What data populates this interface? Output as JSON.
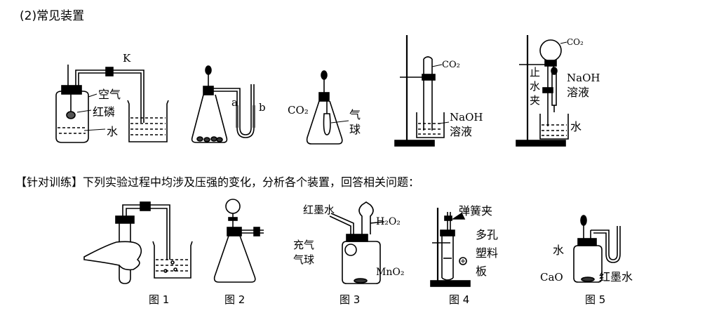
{
  "section_title": "(2)常见装置",
  "practice_title": "【针对训练】下列实验过程中均涉及压强的变化，分析各个装置，回答相关问题：",
  "top": {
    "d1": {
      "k": "K",
      "air": "空气",
      "phosphorus": "红磷",
      "water": "水"
    },
    "d2": {
      "a": "a",
      "b": "b"
    },
    "d3": {
      "co2": "CO₂",
      "balloon1": "气",
      "balloon2": "球"
    },
    "d4": {
      "co2": "CO₂",
      "naoh": "NaOH",
      "solution": "溶液"
    },
    "d5": {
      "co2": "CO₂",
      "naoh": "NaOH",
      "solution": "溶液",
      "clamp1": "止",
      "clamp2": "水",
      "clamp3": "夹",
      "water": "水"
    }
  },
  "figures": {
    "fig1": {
      "caption": "图 1"
    },
    "fig2": {
      "caption": "图 2"
    },
    "fig3": {
      "caption": "图 3",
      "ink": "红墨水",
      "h2o2": "H₂O₂",
      "balloon1": "充气",
      "balloon2": "气球",
      "mno2": "MnO₂"
    },
    "fig4": {
      "caption": "图 4",
      "spring_clip": "弹簧夹",
      "porous1": "多孔",
      "porous2": "塑料",
      "porous3": "板"
    },
    "fig5": {
      "caption": "图 5",
      "water": "水",
      "cao": "CaO",
      "ink": "红墨水"
    }
  }
}
